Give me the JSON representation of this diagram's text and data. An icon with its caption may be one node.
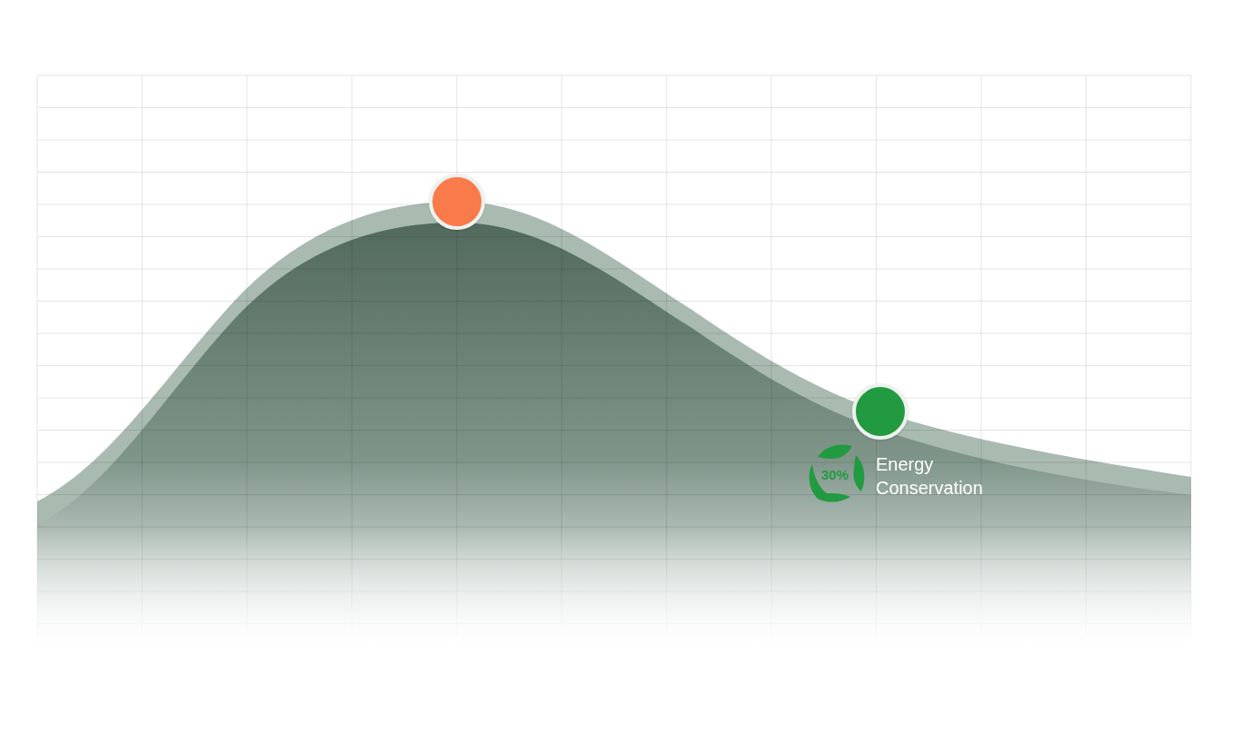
{
  "diagram": {
    "nodes": [
      {
        "text": [],
        "shape": "circle"
      },
      {
        "text": [],
        "shape": "circle"
      }
    ],
    "labels": [
      "30%",
      "Energy Conservation"
    ]
  }
}
